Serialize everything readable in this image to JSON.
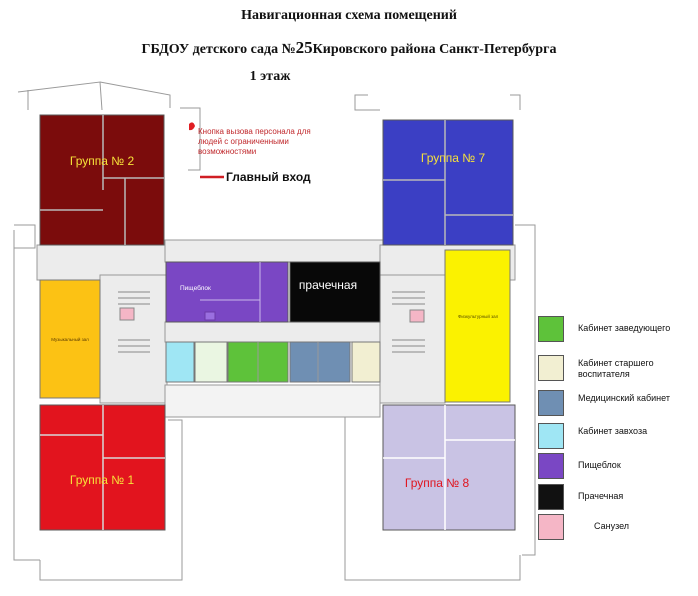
{
  "header": {
    "title": "Навигационная схема помещений",
    "subtitle_pre": "ГБДОУ детского сада №",
    "subtitle_num": "25",
    "subtitle_post": "Кировского района Санкт-Петербурга",
    "floor": "1 этаж"
  },
  "rooms": {
    "group2": "Группа № 2",
    "group7": "Группа № 7",
    "group1": "Группа № 1",
    "group8": "Группа № 8",
    "kitchen": "Пищеблок",
    "laundry": "прачечная",
    "music": "Музыкальный зал",
    "gym": "Физкультурный зал"
  },
  "notes": {
    "call_button": "Кнопка вызова персонала для людей с ограниченными возможностями",
    "main_entrance": "Главный вход"
  },
  "legend": [
    {
      "label": "Кабинет заведующего",
      "color": "#5ec23a",
      "icon": "head-office-icon"
    },
    {
      "label": "Кабинет старшего воспитателя",
      "color": "#f2efd2",
      "icon": "senior-teacher-icon"
    },
    {
      "label": "Медицинский кабинет",
      "color": "#6f8fb3",
      "icon": "medical-office-icon"
    },
    {
      "label": "Кабинет завхоза",
      "color": "#9fe6f4",
      "icon": "supply-manager-icon"
    },
    {
      "label": "Пищеблок",
      "color": "#7a47c4",
      "icon": "kitchen-icon"
    },
    {
      "label": "Прачечная",
      "color": "#111111",
      "icon": "laundry-icon"
    },
    {
      "label": "Санузел",
      "color": "#f5b6c6",
      "icon": "restroom-icon"
    }
  ],
  "colors": {
    "group2": "#7b0c0c",
    "group7": "#3b3fc4",
    "group1": "#e2141e",
    "group8": "#c9c3e4",
    "music": "#fcc214",
    "gym": "#fbf200",
    "kitchen": "#7a47c4",
    "laundry": "#080808",
    "corridor": "#e9e9e9",
    "wall": "#8a8a8a"
  }
}
